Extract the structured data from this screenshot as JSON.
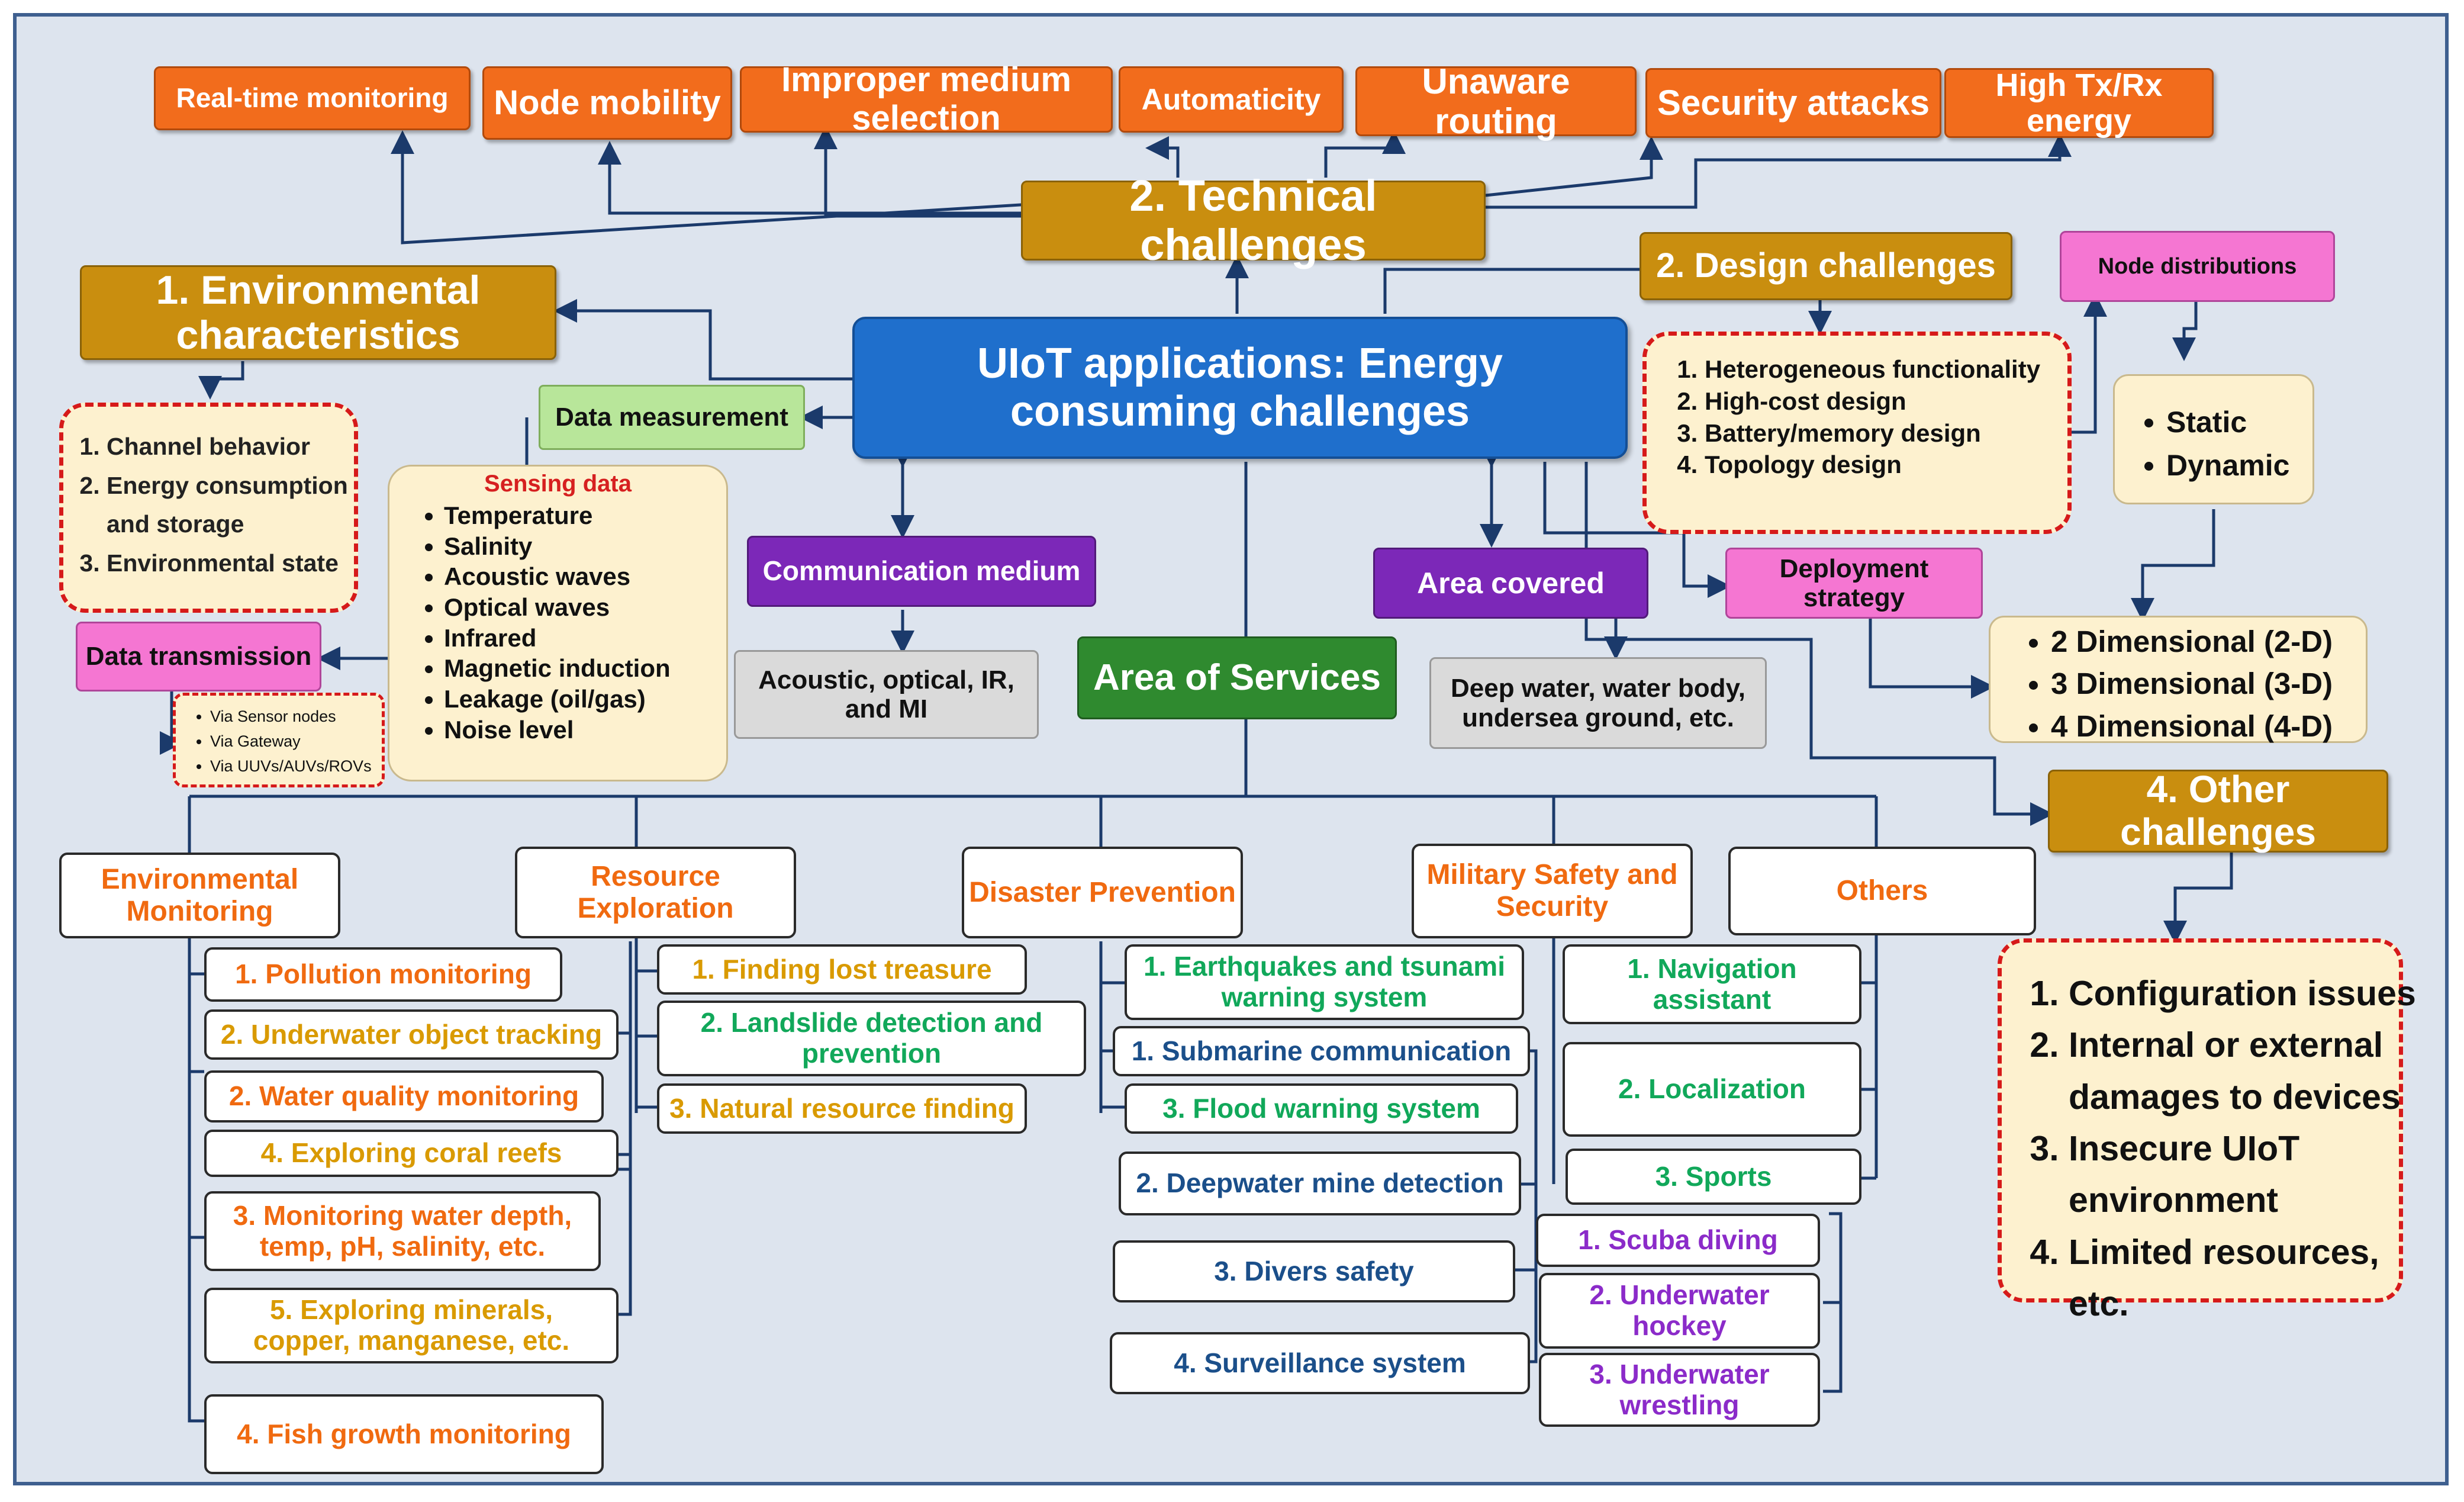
{
  "center": {
    "title": "UIoT applications: Energy consuming challenges"
  },
  "technical": {
    "title": "2. Technical challenges",
    "items": [
      "Real-time monitoring",
      "Node mobility",
      "Improper medium selection",
      "Automaticity",
      "Unaware routing",
      "Security attacks",
      "High Tx/Rx energy"
    ]
  },
  "environmental": {
    "title": "1. Environmental characteristics",
    "items": [
      "Channel behavior",
      "Energy consumption and storage",
      "Environmental state"
    ]
  },
  "data_measurement": {
    "label": "Data measurement"
  },
  "sensing": {
    "heading": "Sensing data",
    "items": [
      "Temperature",
      "Salinity",
      "Acoustic waves",
      "Optical waves",
      "Infrared",
      "Magnetic induction",
      "Leakage (oil/gas)",
      "Noise level"
    ]
  },
  "data_transmission": {
    "label": "Data transmission",
    "items": [
      "Via Sensor nodes",
      "Via Gateway",
      "Via UUVs/AUVs/ROVs"
    ]
  },
  "communication": {
    "label": "Communication medium",
    "value": "Acoustic, optical, IR, and MI"
  },
  "area_covered": {
    "label": "Area covered",
    "value": "Deep water, water body, undersea ground, etc."
  },
  "design": {
    "title": "2. Design challenges",
    "items": [
      "Heterogeneous functionality",
      "High-cost design",
      "Battery/memory design",
      "Topology design"
    ]
  },
  "node_distributions": {
    "label": "Node distributions",
    "items": [
      "Static",
      "Dynamic"
    ]
  },
  "deployment": {
    "label": "Deployment strategy",
    "items": [
      "2 Dimensional (2-D)",
      "3 Dimensional (3-D)",
      "4 Dimensional (4-D)"
    ]
  },
  "other": {
    "title": "4. Other challenges",
    "items": [
      "Configuration issues",
      "Internal or external damages to devices",
      "Insecure UIoT environment",
      "Limited resources, etc."
    ]
  },
  "services": {
    "title": "Area of Services",
    "categories": {
      "environmental": {
        "label": "Environmental Monitoring",
        "items": [
          "1. Pollution monitoring",
          "2. Underwater object tracking",
          "2. Water quality monitoring",
          "4. Exploring coral reefs",
          "3. Monitoring water depth, temp, pH, salinity, etc.",
          "5. Exploring minerals, copper, manganese, etc.",
          "4. Fish growth monitoring"
        ]
      },
      "resource": {
        "label": "Resource Exploration",
        "items": [
          "1. Finding lost treasure",
          "2. Landslide detection and prevention",
          "3. Natural resource finding"
        ]
      },
      "disaster": {
        "label": "Disaster Prevention",
        "items": [
          "1. Earthquakes and tsunami warning system",
          "1. Submarine communication",
          "3. Flood warning system",
          "2. Deepwater mine detection",
          "3. Divers safety",
          "4. Surveillance system"
        ]
      },
      "military": {
        "label": "Military Safety and Security"
      },
      "others": {
        "label": "Others",
        "items": [
          "1. Navigation assistant",
          "2. Localization",
          "3. Sports",
          "1. Scuba diving",
          "2. Underwater hockey",
          "3. Underwater wrestling"
        ]
      }
    }
  },
  "colors": {
    "frame_background": "#dde4ee",
    "center_box": "#1f6fcc",
    "technical_items": "#f26c1c",
    "challenge_headers": "#c98e0f",
    "pink_labels": "#f576d2",
    "purple_labels": "#7c28b8",
    "connector": "#1b3a6b",
    "dashed_border": "#d61a1a"
  }
}
